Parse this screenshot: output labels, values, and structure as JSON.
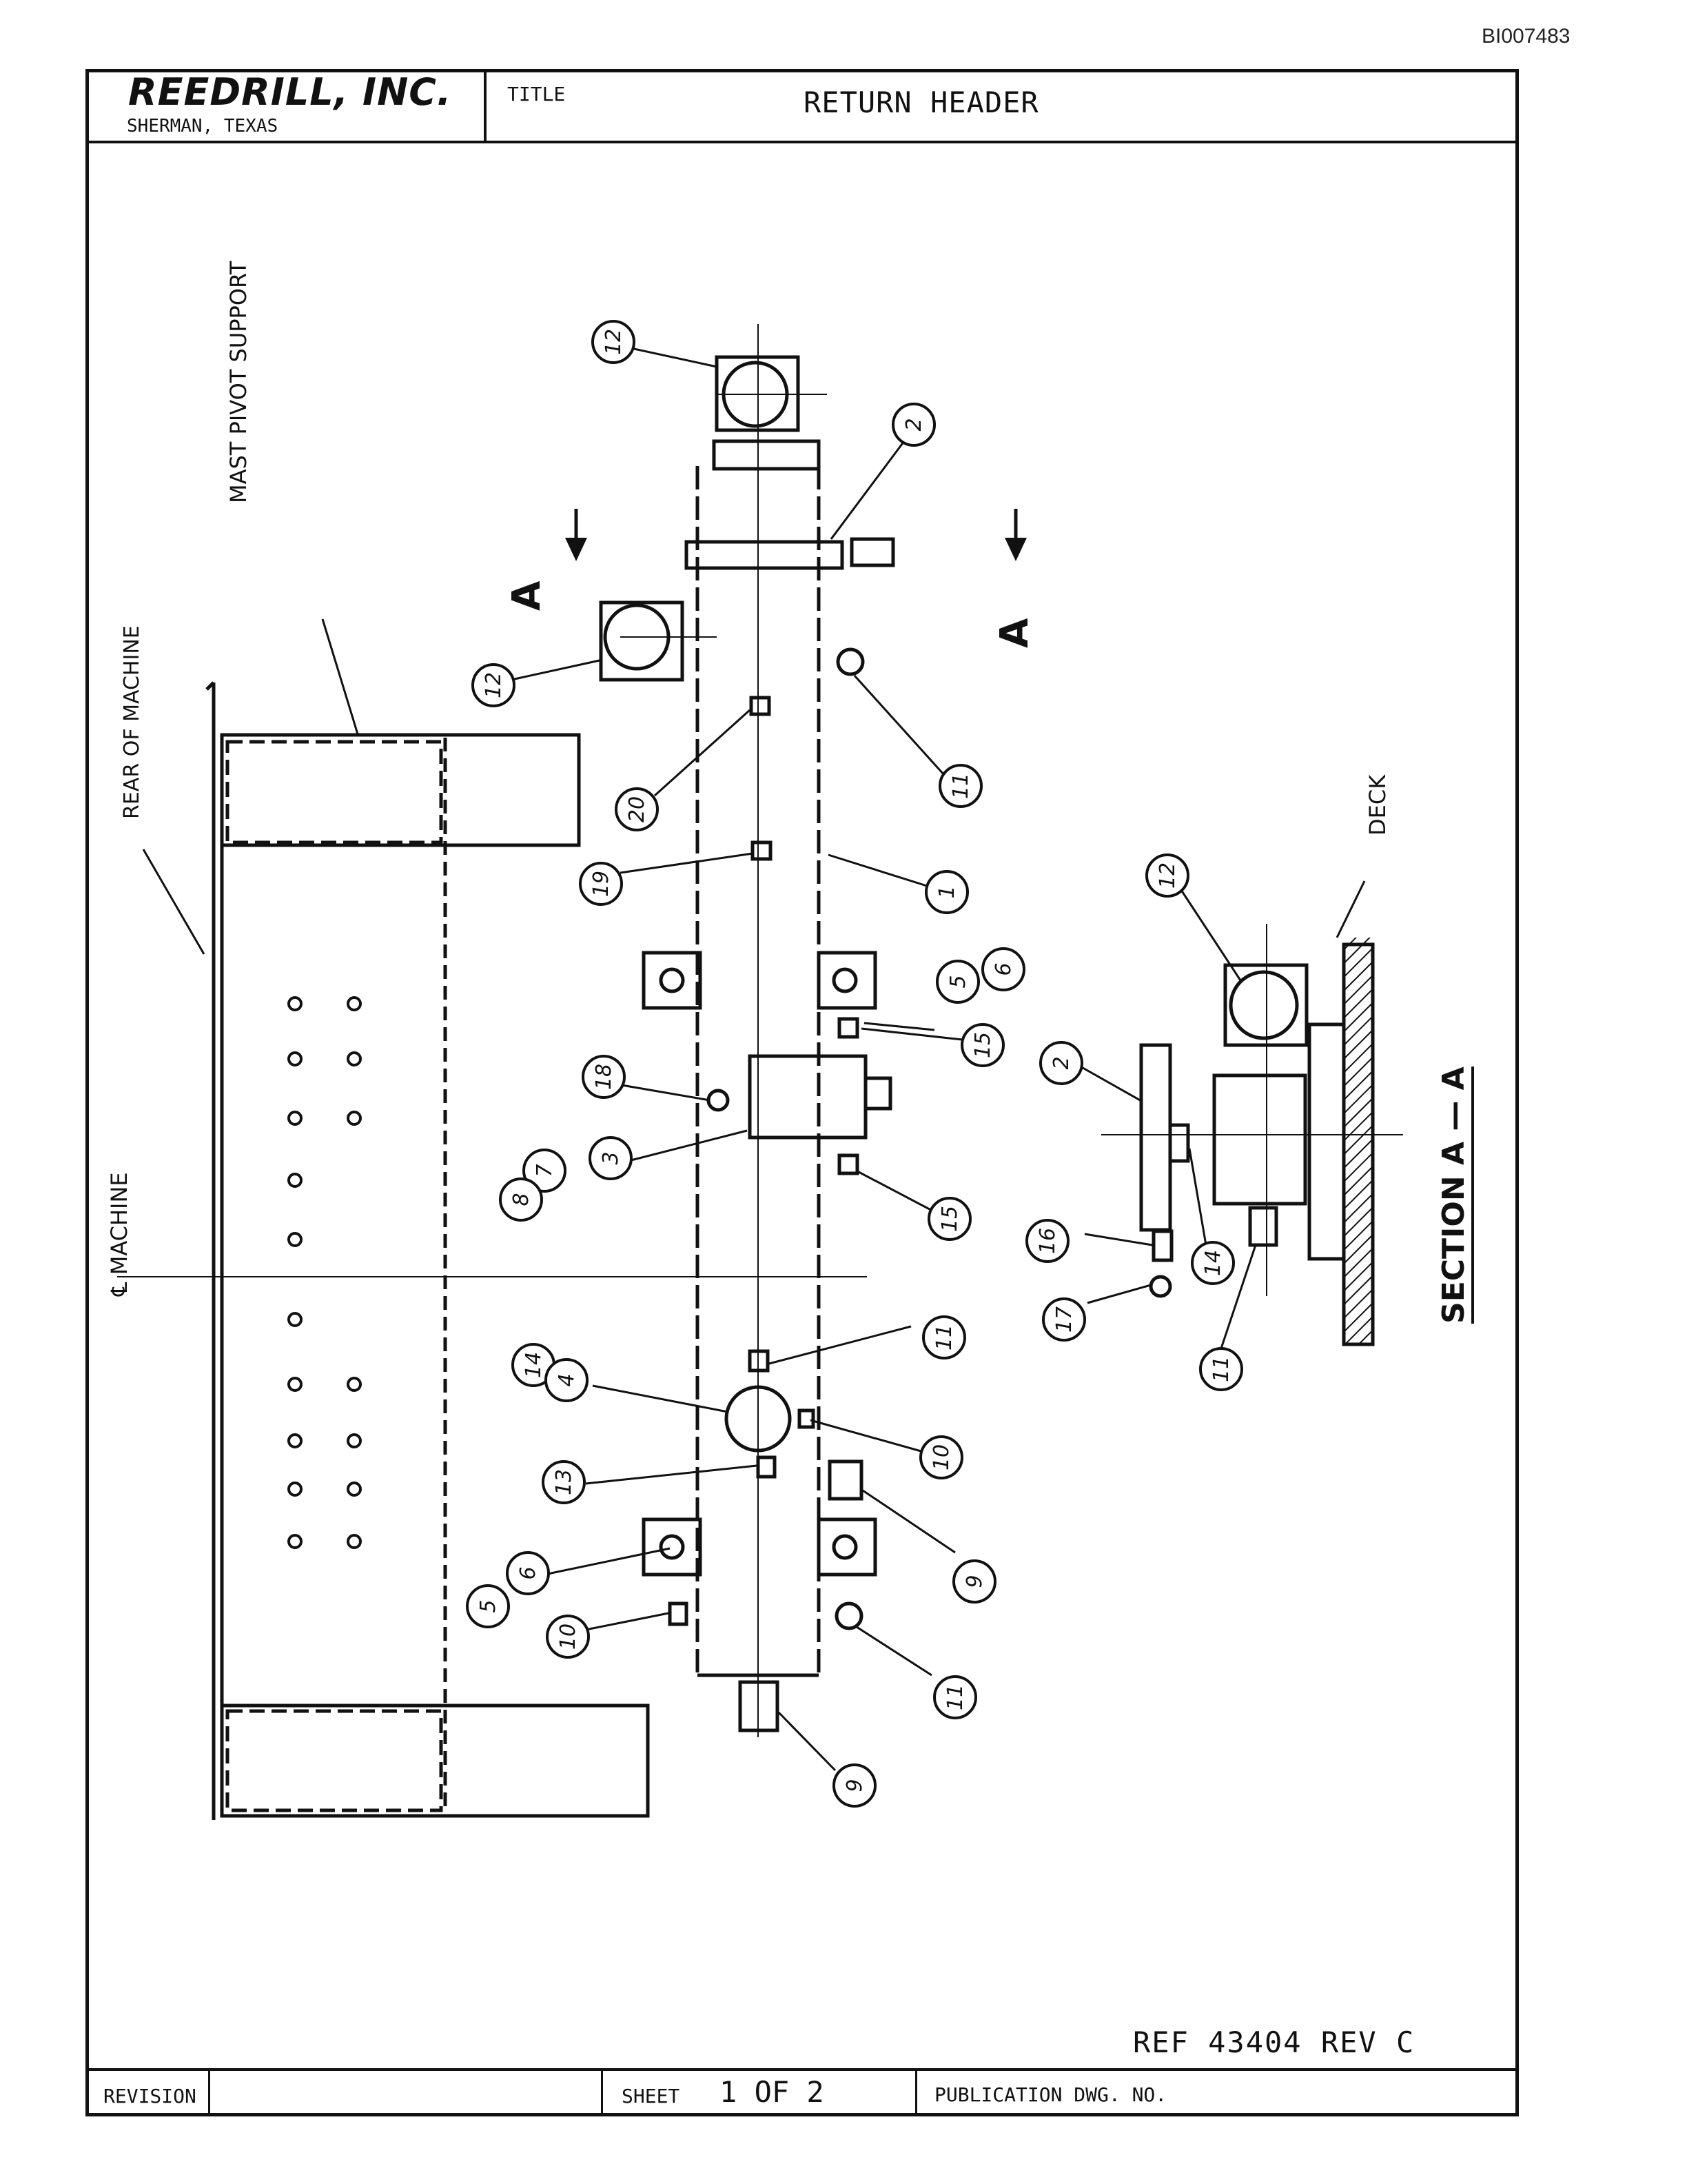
{
  "doc_id": "BI007483",
  "title_block": {
    "company": "REEDRILL, INC.",
    "location": "SHERMAN, TEXAS",
    "title_label": "TITLE",
    "title": "RETURN HEADER"
  },
  "labels": {
    "mast_pivot_support": "MAST PIVOT SUPPORT",
    "rear_of_machine": "REAR OF MACHINE",
    "machine_centerline": "℄ MACHINE",
    "deck": "DECK",
    "section_mark": "A",
    "section_title": "SECTION A — A"
  },
  "callouts": [
    "12",
    "2",
    "12",
    "11",
    "20",
    "19",
    "1",
    "5",
    "6",
    "15",
    "18",
    "3",
    "7",
    "8",
    "15",
    "11",
    "14",
    "4",
    "13",
    "10",
    "9",
    "6",
    "5",
    "10",
    "11",
    "9",
    "12",
    "2",
    "14",
    "16",
    "17",
    "11"
  ],
  "footer": {
    "ref": "REF 43404   REV C",
    "revision_label": "REVISION",
    "sheet_label": "SHEET",
    "sheet_value": "1 OF 2",
    "publication_label": "PUBLICATION DWG. NO."
  }
}
